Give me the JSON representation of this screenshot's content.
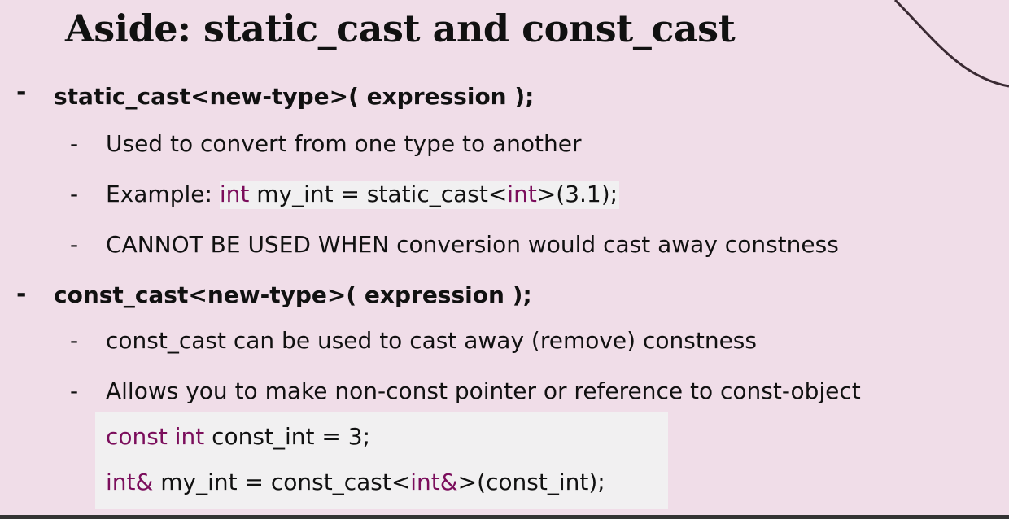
{
  "title": "Aside: static_cast and const_cast",
  "sections": [
    {
      "bullet": "-",
      "heading": "static_cast<new-type>( expression );",
      "items": [
        {
          "bullet": "-",
          "text": "Used to convert from one type to another"
        },
        {
          "bullet": "-",
          "prefix": "Example: ",
          "code": {
            "kw1": "int",
            "t1": " my_int = static_cast<",
            "kw2": "int",
            "t2": ">(3.1);"
          }
        },
        {
          "bullet": "-",
          "text": "CANNOT BE USED WHEN conversion would cast away constness"
        }
      ]
    },
    {
      "bullet": "-",
      "heading": "const_cast<new-type>( expression );",
      "items": [
        {
          "bullet": "-",
          "text": "const_cast can be used to cast away (remove) constness"
        },
        {
          "bullet": "-",
          "text": "Allows you to make non-const pointer or reference to const-object"
        }
      ]
    }
  ],
  "code_block": {
    "line1": {
      "kw": "const int",
      "rest": " const_int = 3;"
    },
    "line2": {
      "kw1": "int&",
      "t1": " my_int = const_cast<",
      "kw2": "int&",
      "t2": ">(const_int);"
    }
  },
  "colors": {
    "background": "#f0dde8",
    "keyword": "#7b0e5c",
    "code_bg": "#f1f0f1"
  }
}
